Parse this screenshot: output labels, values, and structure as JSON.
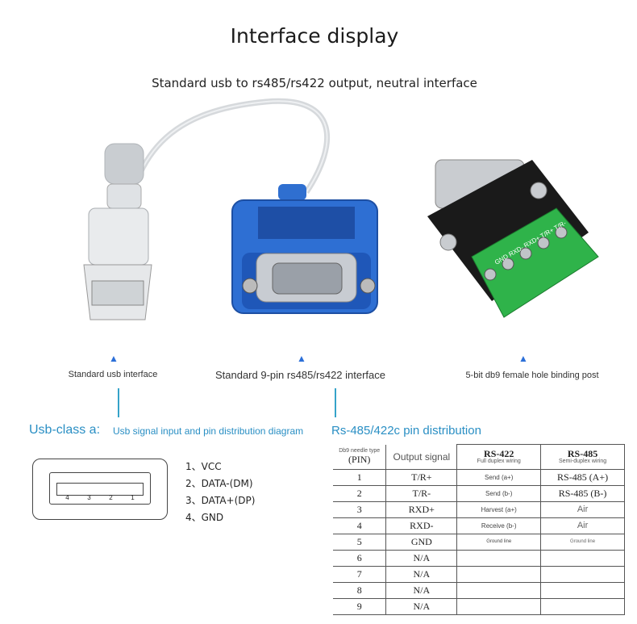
{
  "header": {
    "title": "Interface display",
    "subtitle": "Standard usb to rs485/rs422 output, neutral interface"
  },
  "products": {
    "usb_caption": "Standard usb interface",
    "db9_caption": "Standard 9-pin rs485/rs422 interface",
    "post_caption": "5-bit db9 female hole binding post",
    "terminal_label": "GND RXD- RXD+ T/R+ T/R-"
  },
  "usb_section": {
    "heading": "Usb-class a:",
    "subheading": "Usb signal input and pin distribution diagram",
    "connector_pins": [
      "4",
      "3",
      "2",
      "1"
    ],
    "pin_list": [
      "1、VCC",
      "2、DATA-(DM)",
      "3、DATA+(DP)",
      "4、GND"
    ]
  },
  "rs_section": {
    "heading": "Rs-485/422c pin distribution",
    "table": {
      "col_db9_top": "Db9 needle type",
      "col_db9_bottom": "(PIN)",
      "col_signal": "Output signal",
      "col_rs422": "RS-422",
      "col_rs422_sub": "Full duplex wiring",
      "col_rs485": "RS-485",
      "col_rs485_sub": "Semi-duplex wiring",
      "rows": [
        {
          "pin": "1",
          "signal": "T/R+",
          "rs422": "Send (a+)",
          "rs485": "RS-485 (A+)"
        },
        {
          "pin": "2",
          "signal": "T/R-",
          "rs422": "Send (b-)",
          "rs485": "RS-485 (B-)"
        },
        {
          "pin": "3",
          "signal": "RXD+",
          "rs422": "Harvest (a+)",
          "rs485": "Air"
        },
        {
          "pin": "4",
          "signal": "RXD-",
          "rs422": "Receive (b-)",
          "rs485": "Air"
        },
        {
          "pin": "5",
          "signal": "GND",
          "rs422": "Ground line",
          "rs485": "Ground line"
        },
        {
          "pin": "6",
          "signal": "N/A",
          "rs422": "",
          "rs485": ""
        },
        {
          "pin": "7",
          "signal": "N/A",
          "rs422": "",
          "rs485": ""
        },
        {
          "pin": "8",
          "signal": "N/A",
          "rs422": "",
          "rs485": ""
        },
        {
          "pin": "9",
          "signal": "N/A",
          "rs422": "",
          "rs485": ""
        }
      ]
    }
  }
}
